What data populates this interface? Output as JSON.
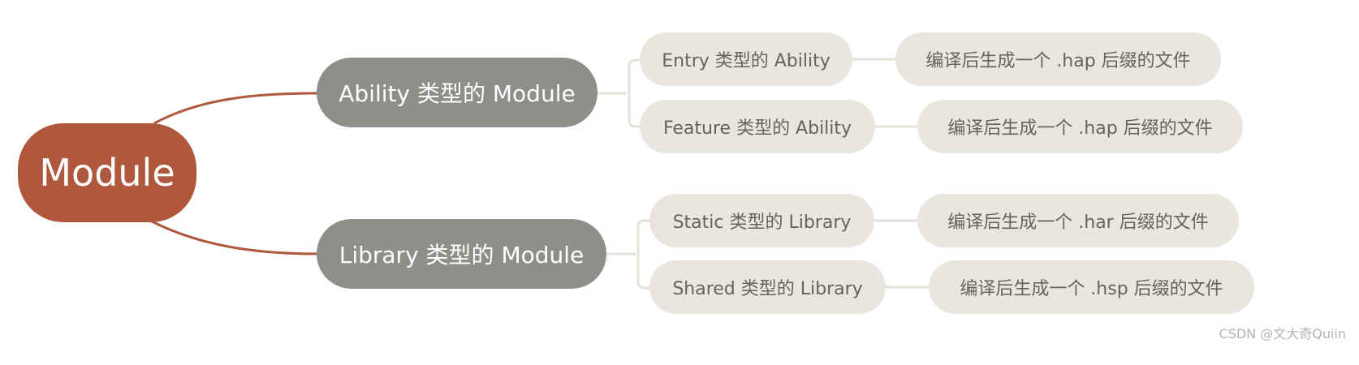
{
  "colors": {
    "root_fill": "#b0583e",
    "root_text": "#ffffff",
    "mid_fill": "#8f8e8a",
    "mid_text": "#ffffff",
    "leaf_fill": "#e8e6df",
    "leaf_text": "#66625c",
    "root_connector": "#b0583e",
    "leaf_connector": "#e4e2da"
  },
  "root": {
    "label": "Module"
  },
  "branches": [
    {
      "label": "Ability 类型的 Module",
      "children": [
        {
          "label": "Entry 类型的 Ability",
          "output": "编译后生成一个 .hap 后缀的文件"
        },
        {
          "label": "Feature 类型的 Ability",
          "output": "编译后生成一个 .hap 后缀的文件"
        }
      ]
    },
    {
      "label": "Library 类型的 Module",
      "children": [
        {
          "label": "Static 类型的 Library",
          "output": "编译后生成一个 .har 后缀的文件"
        },
        {
          "label": "Shared 类型的 Library",
          "output": "编译后生成一个 .hsp 后缀的文件"
        }
      ]
    }
  ],
  "watermark": "CSDN @文大奇Quiin"
}
